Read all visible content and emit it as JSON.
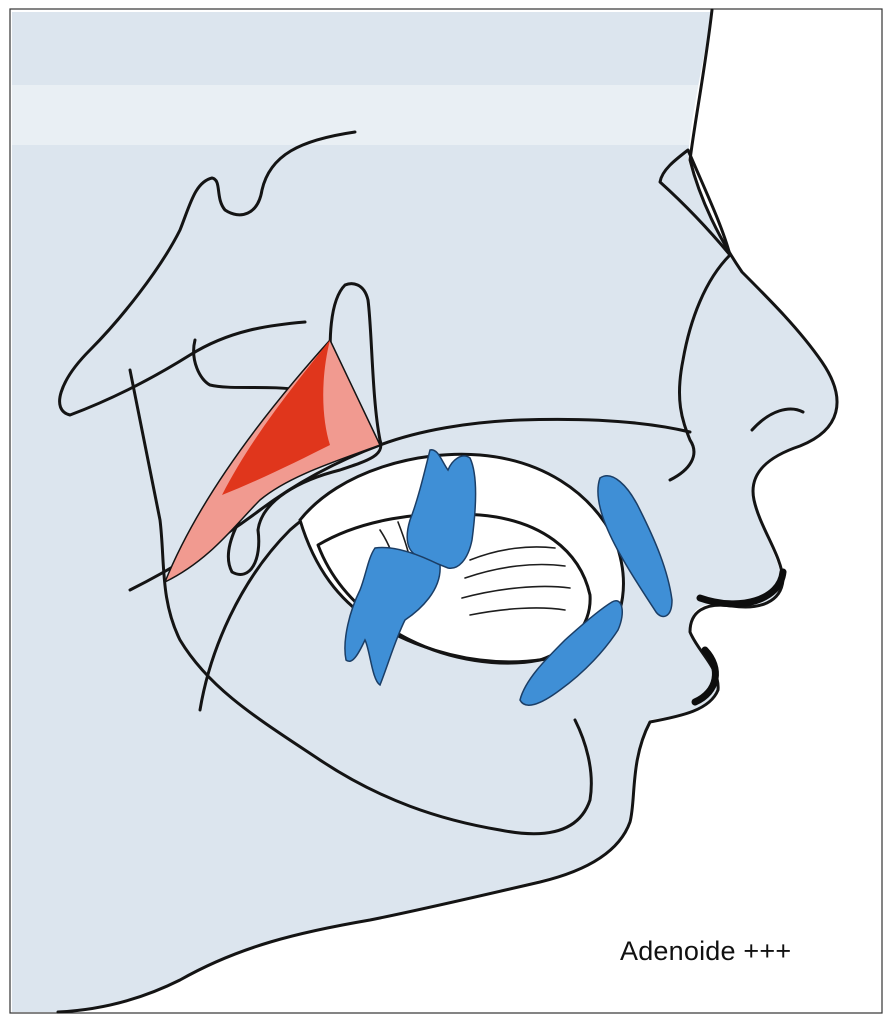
{
  "figure": {
    "caption": "Adenoide +++",
    "colors": {
      "background": "#ffffff",
      "tissue": "#dce5ee",
      "outline": "#141414",
      "teeth": "#3f8fd6",
      "adenoid_dark": "#e0361c",
      "adenoid_light": "#f19a90",
      "oral_cavity": "#ffffff"
    },
    "icons": [
      "head-profile",
      "teeth",
      "adenoid"
    ]
  }
}
